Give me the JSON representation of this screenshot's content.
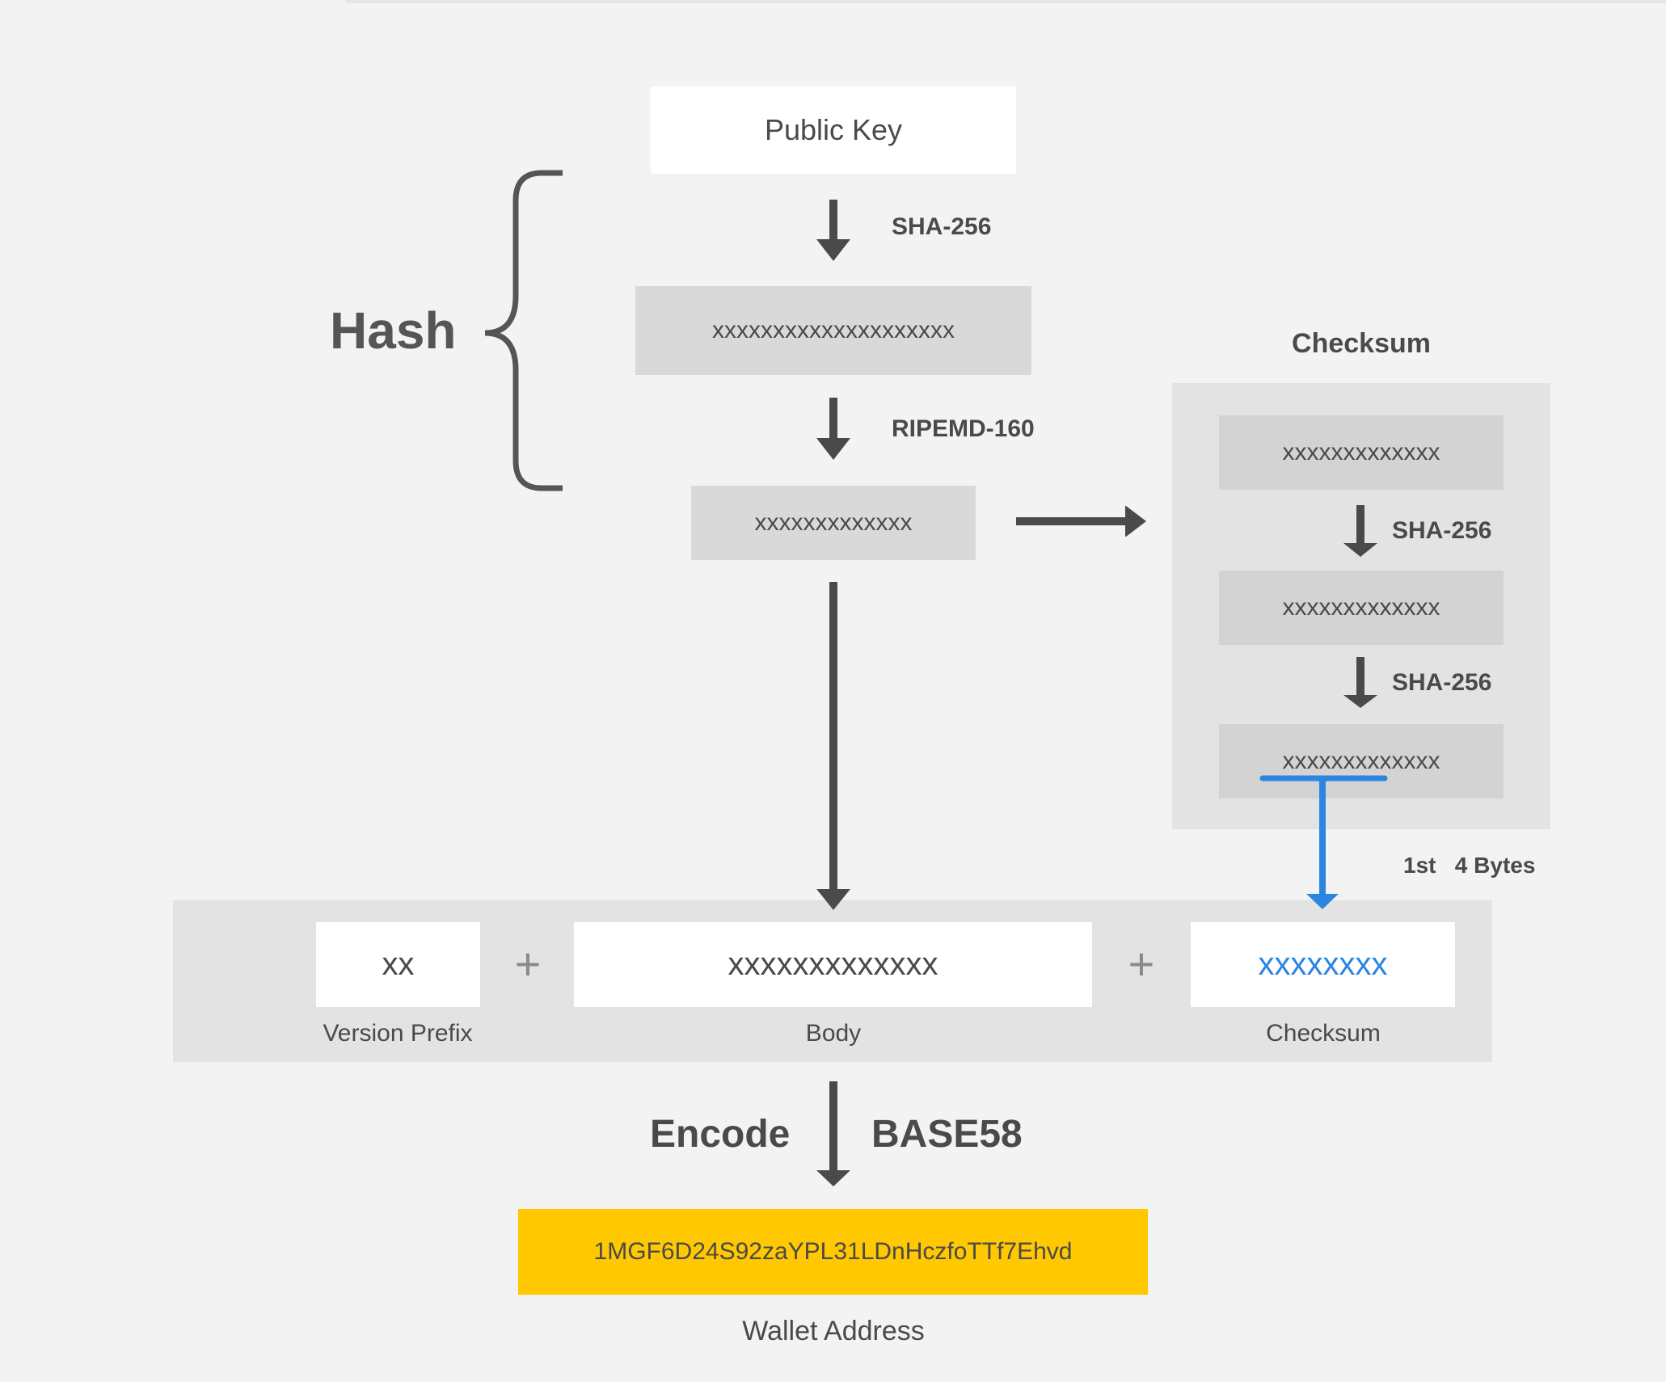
{
  "hash_label": "Hash",
  "public_key": "Public Key",
  "step1_algo": "SHA-256",
  "sha256_result": "xxxxxxxxxxxxxxxxxxxx",
  "step2_algo": "RIPEMD-160",
  "ripemd_result": "xxxxxxxxxxxxx",
  "checksum": {
    "title": "Checksum",
    "input": "xxxxxxxxxxxxx",
    "algo1": "SHA-256",
    "round1": "xxxxxxxxxxxxx",
    "algo2": "SHA-256",
    "round2": "xxxxxxxxxxxxx",
    "bytes_note": "1st   4 Bytes"
  },
  "assembly": {
    "prefix_value": "xx",
    "prefix_label": "Version Prefix",
    "plus": "+",
    "body_value": "xxxxxxxxxxxxx",
    "body_label": "Body",
    "checksum_value": "xxxxxxxx",
    "checksum_label": "Checksum"
  },
  "encode": {
    "label": "Encode",
    "scheme": "BASE58"
  },
  "wallet": {
    "address": "1MGF6D24S92zaYPL31LDnHczfoTTf7Ehvd",
    "label": "Wallet Address"
  },
  "colors": {
    "background": "#f3f3f3",
    "dark_gray": "#4a4a4a",
    "accent_blue": "#2a86e0",
    "wallet_yellow": "#ffc800"
  }
}
